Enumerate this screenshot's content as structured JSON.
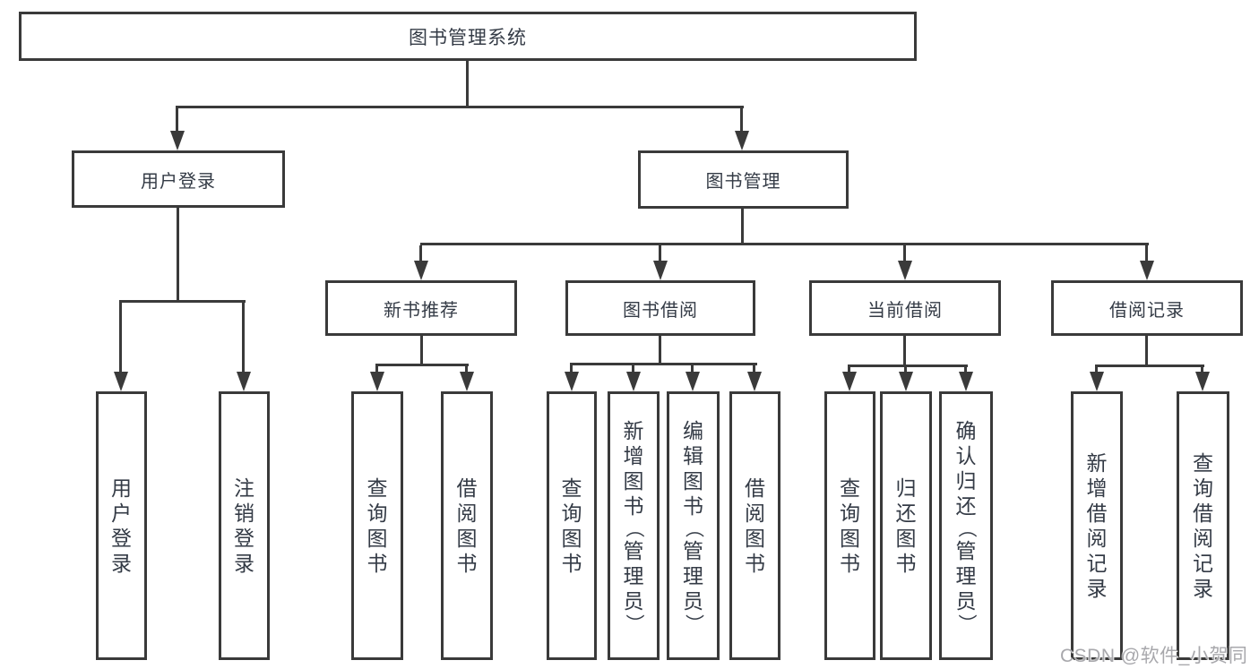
{
  "diagram": {
    "root": {
      "label": "图书管理系统"
    },
    "level2": {
      "user_login": {
        "label": "用户登录"
      },
      "book_mgmt": {
        "label": "图书管理"
      }
    },
    "level3": {
      "new_books": {
        "label": "新书推荐"
      },
      "book_borrow": {
        "label": "图书借阅"
      },
      "current_borrow": {
        "label": "当前借阅"
      },
      "borrow_records": {
        "label": "借阅记录"
      }
    },
    "leaves": {
      "user_login": "用户登录",
      "logout": "注销登录",
      "nb_query_books": "查询图书",
      "nb_borrow_books": "借阅图书",
      "bb_query_books": "查询图书",
      "bb_add_books_admin": "新增图书（管理员）",
      "bb_edit_books_admin": "编辑图书（管理员）",
      "bb_borrow_books": "借阅图书",
      "cb_query_books": "查询图书",
      "cb_return_books": "归还图书",
      "cb_confirm_return_admin": "确认归还（管理员）",
      "br_add_record": "新增借阅记录",
      "br_query_record": "查询借阅记录"
    },
    "colors": {
      "line": "#3a3a3a",
      "text": "#343b46",
      "background": "#ffffff",
      "watermark": "#a8a8ac"
    }
  },
  "watermark": {
    "text": "CSDN @软件_小贺同学"
  }
}
